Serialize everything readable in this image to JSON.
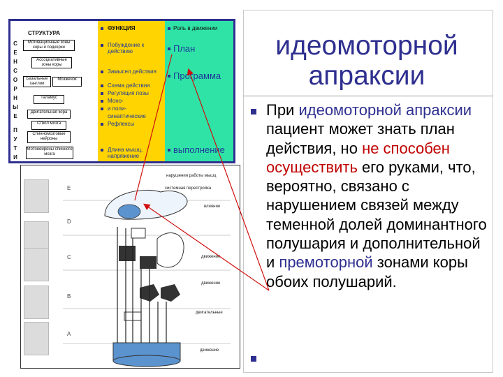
{
  "slide": {
    "title_line1": "идеомоторной",
    "title_line2": "апраксии",
    "body_parts": [
      {
        "text": "При ",
        "color": "black"
      },
      {
        "text": "идеомоторной апраксии",
        "color": "blue"
      },
      {
        "text": " пациент может знать план действия, но ",
        "color": "black"
      },
      {
        "text": "не способен осуществить",
        "color": "red"
      },
      {
        "text": " его руками, что, вероятно, связано с нарушением связей между теменной долей доминантного полушария и дополнительной и ",
        "color": "black"
      },
      {
        "text": "премоторной",
        "color": "blue"
      },
      {
        "text": " зонами коры обоих полушарий.",
        "color": "black"
      }
    ]
  },
  "figure_top": {
    "struct_header": "СТРУКТУРА",
    "func_header": "ФУНКЦИЯ",
    "role_header": "Роль в движении",
    "side_letters": [
      "С",
      "Е",
      "Н",
      "С",
      "О",
      "Р",
      "Н",
      "Ы",
      "Е",
      "",
      "П",
      "У",
      "Т",
      "И"
    ],
    "boxes": [
      "Мотивационные зоны коры и подкорки",
      "Ассоциативные зоны коры",
      "Базальные ганглии",
      "Мозжечок",
      "Таламус",
      "Двигательная кора",
      "Ствол мозга",
      "Спинномозговые нейроны",
      "Мотонейроны спинного мозга"
    ],
    "functions": [
      "Побуждение к действию",
      "Замысел действия",
      "Схема действия",
      "Регуляция позы",
      "Моно-",
      "и поли-",
      "синаптические",
      "Рефлексы",
      "Длина мышц, напряжение"
    ],
    "roles": [
      "План",
      "Программа",
      "выполнение"
    ]
  },
  "figure_bottom": {
    "level_letters": [
      "E",
      "D",
      "C",
      "B",
      "A"
    ],
    "right_labels": [
      "нарушения работы мышц",
      "системная перестройка",
      "влияние",
      "движение",
      "движение",
      "двигательные",
      "движение"
    ]
  },
  "colors": {
    "title": "#2e2f8f",
    "accent_red": "#c00000",
    "figure_blue": "#2e2f8f",
    "figure_yellow": "#ffd400",
    "figure_green": "#2fe3a6"
  }
}
